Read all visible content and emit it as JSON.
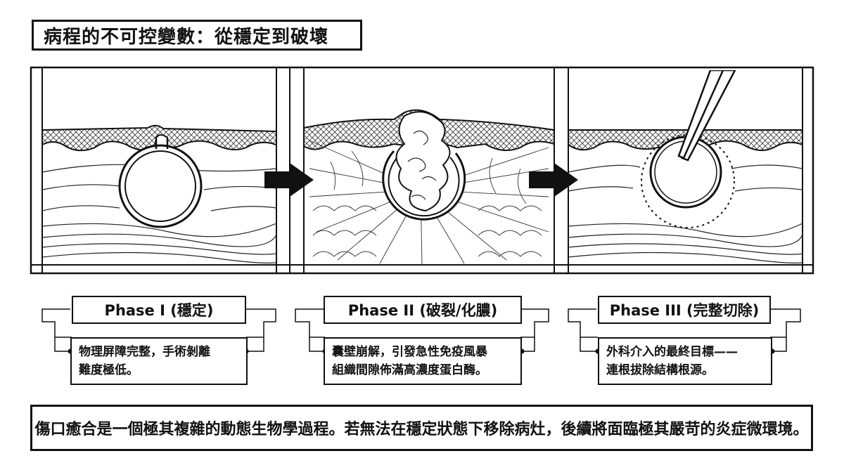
{
  "title": "病程的不可控變數：從穩定到破壞",
  "phases": [
    {
      "label": "Phase I (穩定)",
      "desc_lines": [
        "物理屏障完整，手術剝離",
        "難度極低。"
      ]
    },
    {
      "label": "Phase II (破裂/化膿)",
      "desc_lines": [
        "囊壁崩解，引發急性免疫風暴",
        "組織間隙佈滿高濃度蛋白酶。"
      ]
    },
    {
      "label": "Phase III (完整切除)",
      "desc_lines": [
        "外科介入的最終目標——",
        "連根拔除結構根源。"
      ]
    }
  ],
  "summary": "傷口癒合是一個極其複雜的動態生物學過程。若無法在穩定狀態下移除病灶，後續將面臨極其嚴苛的炎症微環境。"
}
